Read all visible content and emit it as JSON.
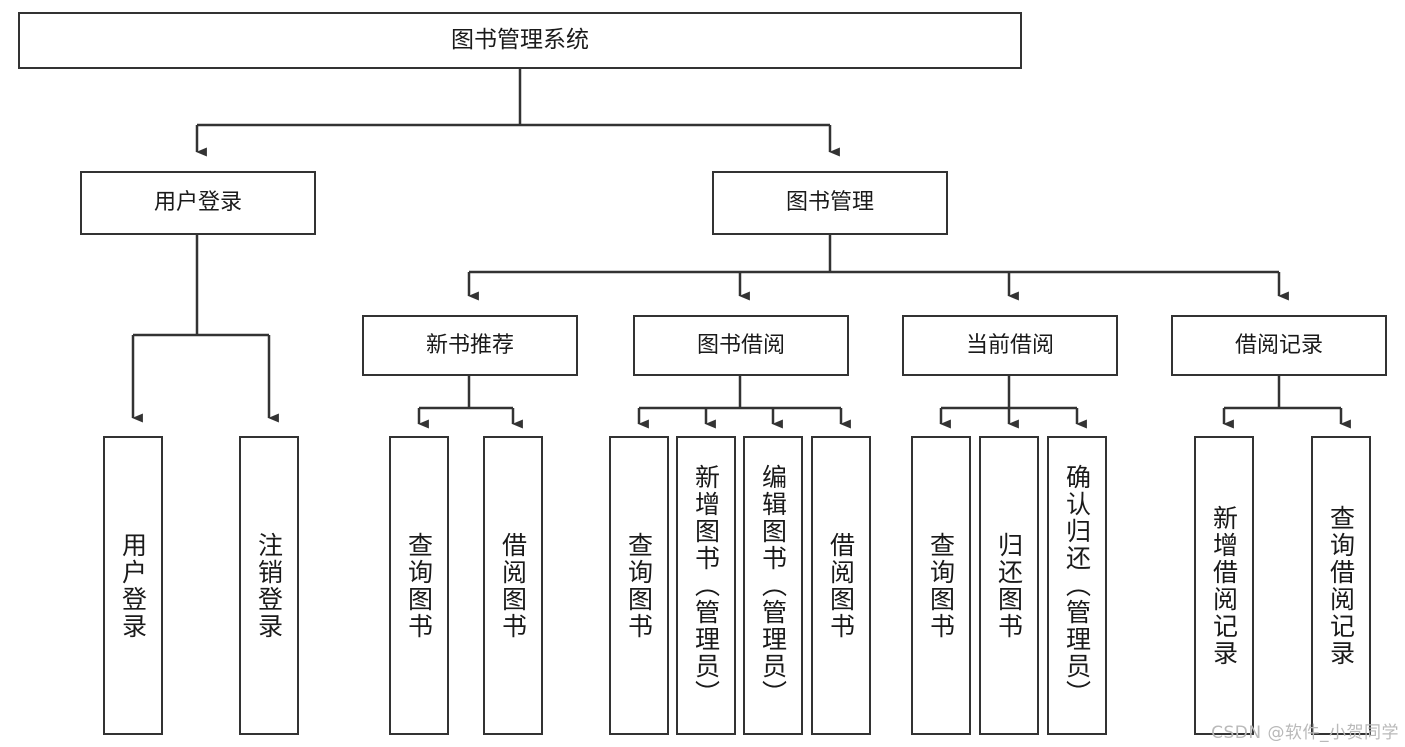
{
  "diagram": {
    "title": "图书管理系统",
    "watermark": "CSDN @软件_小贺同学",
    "line_color": "#333333",
    "box_border_color": "#333333",
    "background_color": "#ffffff",
    "root": {
      "label": "图书管理系统"
    },
    "level1": [
      {
        "label": "用户登录"
      },
      {
        "label": "图书管理"
      }
    ],
    "level2": [
      {
        "label": "新书推荐"
      },
      {
        "label": "图书借阅"
      },
      {
        "label": "当前借阅"
      },
      {
        "label": "借阅记录"
      }
    ],
    "leaves": {
      "user_login": [
        {
          "label": "用户登录"
        },
        {
          "label": "注销登录"
        }
      ],
      "new_book": [
        {
          "label": "查询图书"
        },
        {
          "label": "借阅图书"
        }
      ],
      "book_borrow": [
        {
          "label": "查询图书"
        },
        {
          "label": "新增图书（管理员）"
        },
        {
          "label": "编辑图书（管理员）"
        },
        {
          "label": "借阅图书"
        }
      ],
      "current_borrow": [
        {
          "label": "查询图书"
        },
        {
          "label": "归还图书"
        },
        {
          "label": "确认归还（管理员）"
        }
      ],
      "borrow_record": [
        {
          "label": "新增借阅记录"
        },
        {
          "label": "查询借阅记录"
        }
      ]
    }
  }
}
